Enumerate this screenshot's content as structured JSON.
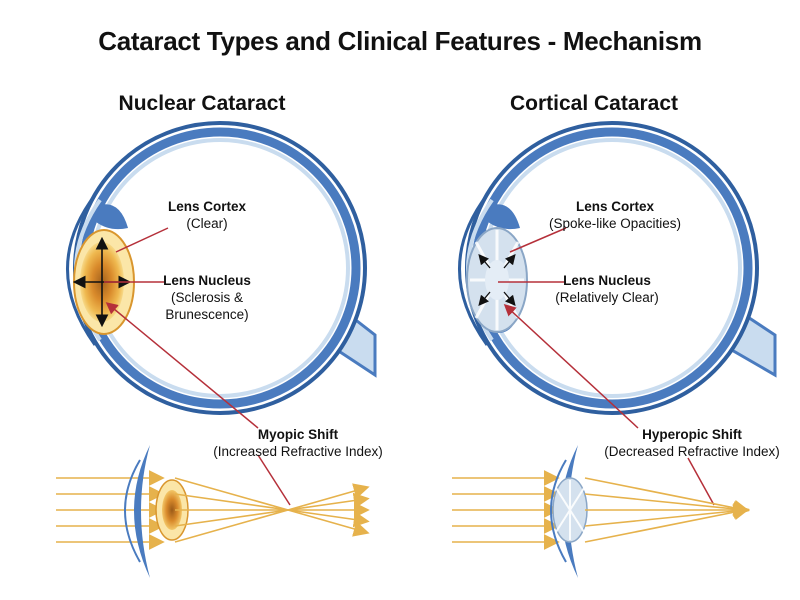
{
  "title": "Cataract Types and Clinical Features - Mechanism",
  "panels": {
    "nuclear": {
      "title": "Nuclear Cataract",
      "cortex_label": "Lens Cortex",
      "cortex_sub": "(Clear)",
      "nucleus_label": "Lens Nucleus",
      "nucleus_sub1": "(Sclerosis &",
      "nucleus_sub2": "Brunescence)",
      "shift_label": "Myopic Shift",
      "shift_sub": "(Increased Refractive Index)"
    },
    "cortical": {
      "title": "Cortical Cataract",
      "cortex_label": "Lens Cortex",
      "cortex_sub": "(Spoke-like Opacities)",
      "nucleus_label": "Lens Nucleus",
      "nucleus_sub": "(Relatively Clear)",
      "shift_label": "Hyperopic Shift",
      "shift_sub": "(Decreased Refractive Index)"
    }
  },
  "colors": {
    "sclera_blue": "#4a7bbf",
    "light_blue": "#c9dcef",
    "lens_gold": "#e8a33a",
    "lens_pale": "#fbe6a8",
    "ray": "#e6b24c",
    "pointer": "#b5303a",
    "cortical_lens": "#d4e1ee"
  }
}
